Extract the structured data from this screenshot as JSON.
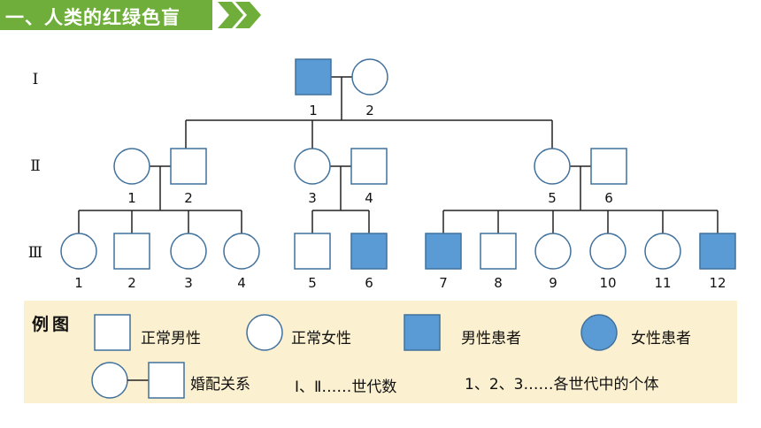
{
  "header": {
    "title": "一、人类的红绿色盲"
  },
  "pedigree": {
    "generations": [
      "Ⅰ",
      "Ⅱ",
      "Ⅲ"
    ],
    "gen1": [
      {
        "id": "I-1",
        "label": "1",
        "sex": "male",
        "affected": true
      },
      {
        "id": "I-2",
        "label": "2",
        "sex": "female",
        "affected": false
      }
    ],
    "gen2": [
      {
        "id": "II-1",
        "label": "1",
        "sex": "female",
        "affected": false
      },
      {
        "id": "II-2",
        "label": "2",
        "sex": "male",
        "affected": false
      },
      {
        "id": "II-3",
        "label": "3",
        "sex": "female",
        "affected": false
      },
      {
        "id": "II-4",
        "label": "4",
        "sex": "male",
        "affected": false
      },
      {
        "id": "II-5",
        "label": "5",
        "sex": "female",
        "affected": false
      },
      {
        "id": "II-6",
        "label": "6",
        "sex": "male",
        "affected": false
      }
    ],
    "gen3": [
      {
        "id": "III-1",
        "label": "1",
        "sex": "female",
        "affected": false
      },
      {
        "id": "III-2",
        "label": "2",
        "sex": "male",
        "affected": false
      },
      {
        "id": "III-3",
        "label": "3",
        "sex": "female",
        "affected": false
      },
      {
        "id": "III-4",
        "label": "4",
        "sex": "female",
        "affected": false
      },
      {
        "id": "III-5",
        "label": "5",
        "sex": "male",
        "affected": false
      },
      {
        "id": "III-6",
        "label": "6",
        "sex": "male",
        "affected": true
      },
      {
        "id": "III-7",
        "label": "7",
        "sex": "male",
        "affected": true
      },
      {
        "id": "III-8",
        "label": "8",
        "sex": "male",
        "affected": false
      },
      {
        "id": "III-9",
        "label": "9",
        "sex": "female",
        "affected": false
      },
      {
        "id": "III-10",
        "label": "10",
        "sex": "female",
        "affected": false
      },
      {
        "id": "III-11",
        "label": "11",
        "sex": "female",
        "affected": false
      },
      {
        "id": "III-12",
        "label": "12",
        "sex": "male",
        "affected": true
      }
    ]
  },
  "legend": {
    "title": "例图",
    "normal_male": "正常男性",
    "normal_female": "正常女性",
    "affected_male": "男性患者",
    "affected_female": "女性患者",
    "marriage": "婚配关系",
    "generation_note": "Ⅰ、Ⅱ……世代数",
    "individual_note": "1、2、3……各世代中的个体"
  },
  "colors": {
    "affected": "#5b9bd5",
    "header": "#6fae3a",
    "legend_bg": "#fbf0cf"
  }
}
